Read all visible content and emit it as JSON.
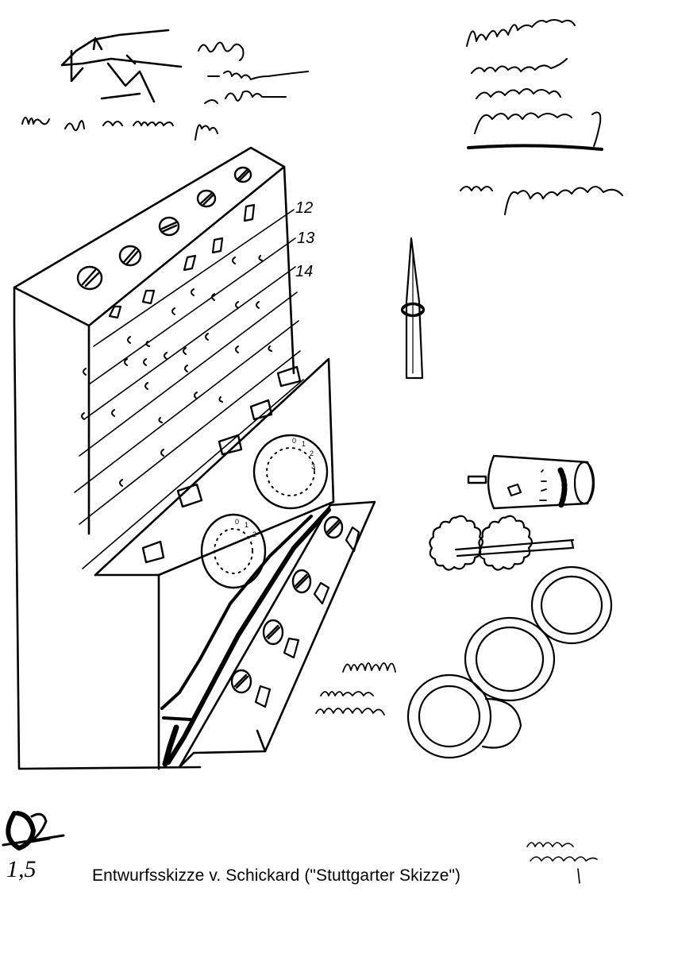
{
  "caption": "Entwurfsskizze v. Schickard (\"Stuttgarter Skizze\")",
  "row_labels": [
    "12",
    "13",
    "14"
  ],
  "page_number": "1,5",
  "dial_digits": [
    "0",
    "1",
    "2",
    "3"
  ],
  "colors": {
    "ink": "#000000",
    "paper": "#ffffff"
  }
}
